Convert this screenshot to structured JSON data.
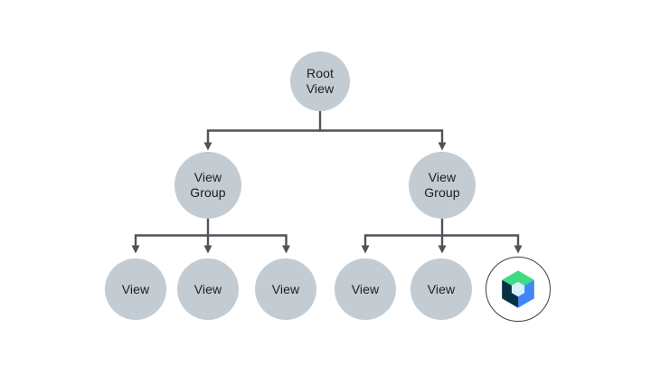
{
  "colors": {
    "background": "#FFFFFF",
    "node_fill": "#C3CCD2",
    "connector": "#4E5458",
    "text": "#1B1E20",
    "compose_node_fill": "#FFFFFF",
    "compose_ring": "#3C4043",
    "compose_green": "#3DDC84",
    "compose_blue": "#4285F4",
    "compose_navy": "#073042",
    "compose_inner": "#D8EFFC"
  },
  "nodes": {
    "root": {
      "line1": "Root",
      "line2": "View"
    },
    "group_left": {
      "line1": "View",
      "line2": "Group"
    },
    "group_right": {
      "line1": "View",
      "line2": "Group"
    },
    "view_left_1": {
      "line1": "View"
    },
    "view_left_2": {
      "line1": "View"
    },
    "view_left_3": {
      "line1": "View"
    },
    "view_right_1": {
      "line1": "View"
    },
    "view_right_2": {
      "line1": "View"
    },
    "compose_leaf": {
      "icon": "jetpack-compose-logo"
    }
  }
}
